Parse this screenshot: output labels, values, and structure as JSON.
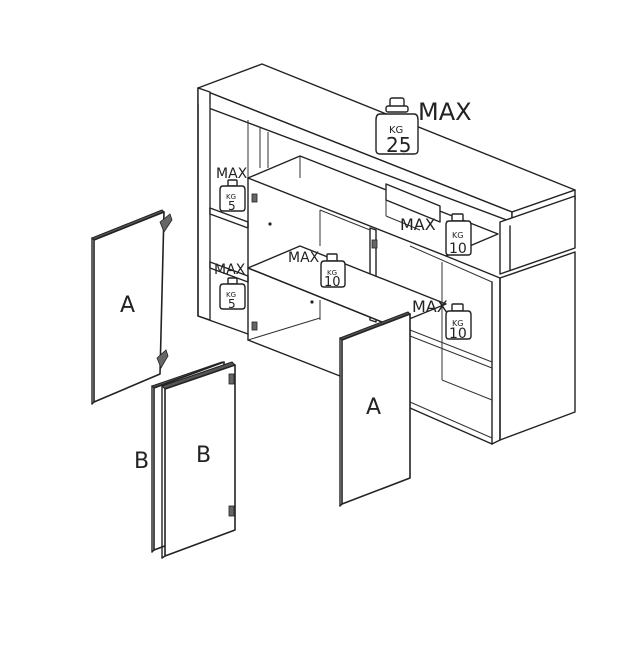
{
  "labels": {
    "door_a": "A",
    "door_b": "B",
    "max": "MAX",
    "kg": "KG"
  },
  "loads": {
    "top": "25",
    "upper_left": "5",
    "lower_left": "5",
    "upper_middle": "10",
    "middle": "10",
    "right_shelf": "10"
  }
}
